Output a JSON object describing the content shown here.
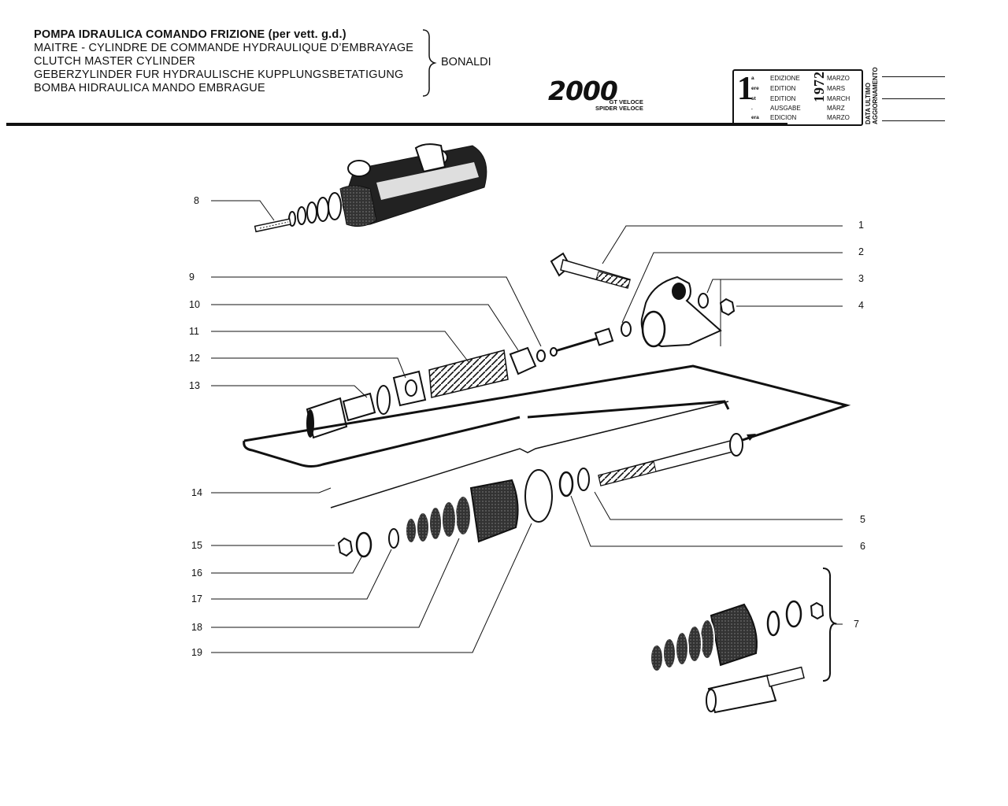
{
  "header": {
    "titles": [
      "POMPA IDRAULICA COMANDO FRIZIONE (per vett. g.d.)",
      "MAITRE - CYLINDRE DE COMMANDE HYDRAULIQUE D’EMBRAYAGE",
      "CLUTCH MASTER CYLINDER",
      "GEBERZYLINDER FUR HYDRAULISCHE KUPPLUNGSBETATIGUNG",
      "BOMBA HIDRAULICA MANDO EMBRAGUE"
    ],
    "manufacturer": "BONALDI",
    "model_logo": "2000",
    "model_sub": [
      "GT VELOCE",
      "SPIDER VELOCE"
    ]
  },
  "edition_box": {
    "number": "1",
    "suffixes": [
      "a",
      "ere",
      "st",
      ".",
      "era"
    ],
    "words": [
      "EDIZIONE",
      "EDITION",
      "EDITION",
      "AUSGABE",
      "EDICION"
    ],
    "year": "1972",
    "months": [
      "MARZO",
      "MARS",
      "MARCH",
      "MÄRZ",
      "MARZO"
    ]
  },
  "update_label": [
    "DATA ULTIMO",
    "AGGIORNAMENTO"
  ],
  "callouts": [
    "1",
    "2",
    "3",
    "4",
    "5",
    "6",
    "7",
    "8",
    "9",
    "10",
    "11",
    "12",
    "13",
    "14",
    "15",
    "16",
    "17",
    "18",
    "19"
  ],
  "colors": {
    "ink": "#111111",
    "paper": "#ffffff",
    "shade": "#2a2a2a"
  }
}
